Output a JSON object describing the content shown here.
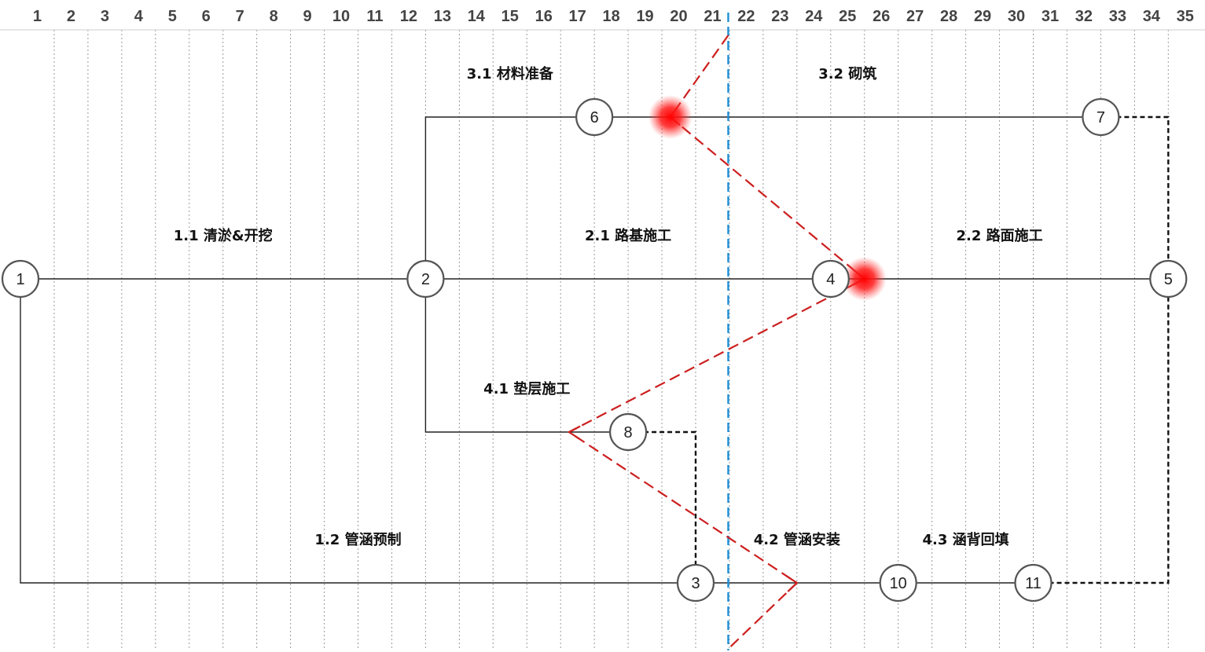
{
  "timeline": {
    "ticks": [
      "1",
      "2",
      "3",
      "4",
      "5",
      "6",
      "7",
      "8",
      "9",
      "10",
      "11",
      "12",
      "13",
      "14",
      "15",
      "16",
      "17",
      "18",
      "19",
      "20",
      "21",
      "22",
      "23",
      "24",
      "25",
      "26",
      "27",
      "28",
      "29",
      "30",
      "31",
      "32",
      "33",
      "34",
      "35"
    ],
    "status_line_at": "22"
  },
  "nodes": [
    {
      "id": "1",
      "label": "1",
      "tick": 1,
      "row": "2"
    },
    {
      "id": "2",
      "label": "2",
      "tick": 13,
      "row": "2"
    },
    {
      "id": "3",
      "label": "3",
      "tick": 21,
      "row": "4"
    },
    {
      "id": "4",
      "label": "4",
      "tick": 25,
      "row": "2"
    },
    {
      "id": "5",
      "label": "5",
      "tick": 35,
      "row": "2"
    },
    {
      "id": "6",
      "label": "6",
      "tick": 18,
      "row": "1"
    },
    {
      "id": "7",
      "label": "7",
      "tick": 33,
      "row": "1"
    },
    {
      "id": "8",
      "label": "8",
      "tick": 19,
      "row": "3"
    },
    {
      "id": "10",
      "label": "10",
      "tick": 27,
      "row": "4"
    },
    {
      "id": "11",
      "label": "11",
      "tick": 31,
      "row": "4"
    }
  ],
  "activities": [
    {
      "id": "1.1",
      "label": "1.1 清淤&开挖",
      "from": "1",
      "to": "2"
    },
    {
      "id": "1.2",
      "label": "1.2 管涵预制",
      "from": "1",
      "to": "3"
    },
    {
      "id": "2.1",
      "label": "2.1 路基施工",
      "from": "2",
      "to": "4"
    },
    {
      "id": "2.2",
      "label": "2.2 路面施工",
      "from": "4",
      "to": "5"
    },
    {
      "id": "3.1",
      "label": "3.1 材料准备",
      "from": "2",
      "to": "6"
    },
    {
      "id": "3.2",
      "label": "3.2 砌筑",
      "from": "6",
      "to": "7"
    },
    {
      "id": "4.1",
      "label": "4.1 垫层施工",
      "from": "2",
      "to": "8"
    },
    {
      "id": "4.2",
      "label": "4.2 管涵安装",
      "from": "3",
      "to": "10"
    },
    {
      "id": "4.3",
      "label": "4.3 涵背回填",
      "from": "10",
      "to": "11"
    }
  ],
  "dummy_links": [
    {
      "from": "7",
      "to": "5"
    },
    {
      "from": "8",
      "to": "3"
    },
    {
      "from": "11",
      "to": "5"
    }
  ],
  "progress_points": [
    {
      "row": "1",
      "tick": 20.25,
      "highlight": true
    },
    {
      "row": "2",
      "tick": 26.0,
      "highlight": true
    },
    {
      "row": "3",
      "tick": 17.25,
      "highlight": false
    },
    {
      "row": "4",
      "tick": 24.0,
      "highlight": false
    }
  ],
  "colors": {
    "grid": "#999999",
    "activity_line": "#222222",
    "dummy_line": "#111111",
    "status_line": "#1e90d6",
    "progress_line": "#cc1f1f",
    "highlight": "#ff0000",
    "node_stroke": "#555555"
  }
}
